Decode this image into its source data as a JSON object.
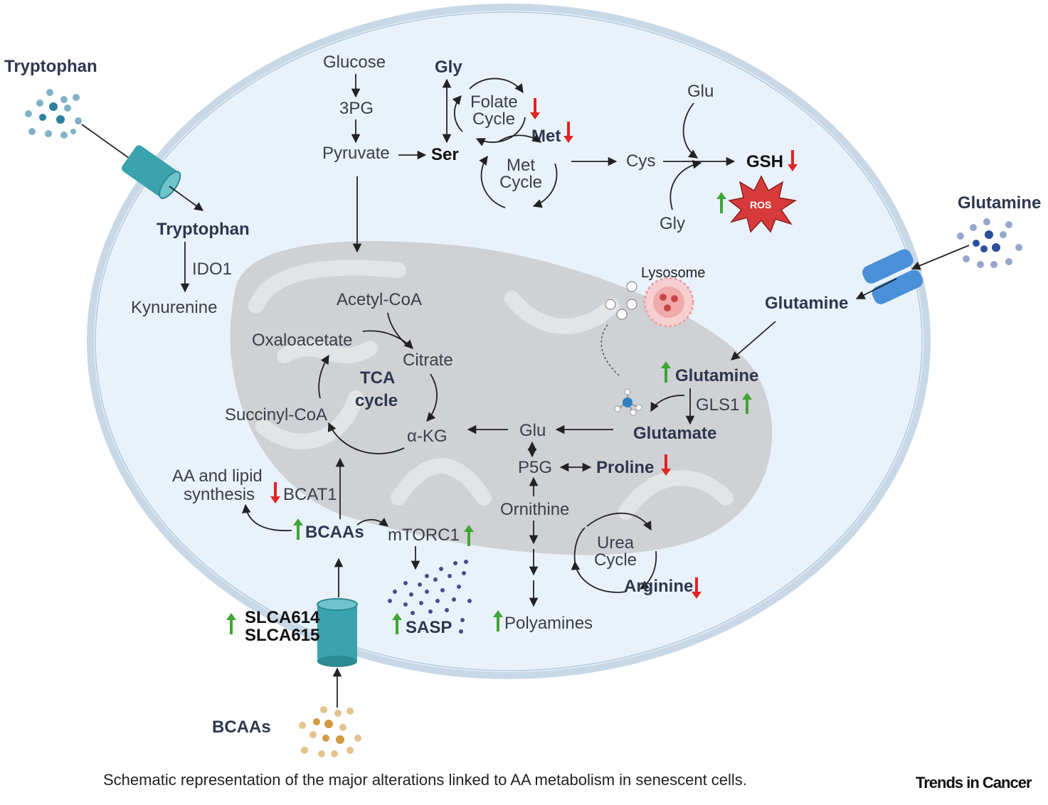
{
  "outside": {
    "tryptophan": "Tryptophan",
    "glutamine": "Glutamine",
    "bcaas": "BCAAs",
    "transporter_line1": "SLCA614",
    "transporter_line2": "SLCA615"
  },
  "cytoplasm": {
    "glucose": "Glucose",
    "pg3": "3PG",
    "pyruvate": "Pyruvate",
    "gly_top": "Gly",
    "ser": "Ser",
    "folate_cycle_1": "Folate",
    "folate_cycle_2": "Cycle",
    "met": "Met",
    "met_cycle_1": "Met",
    "met_cycle_2": "Cycle",
    "cys": "Cys",
    "glu_top": "Glu",
    "gly_bottom": "Gly",
    "gsh": "GSH",
    "ros": "ROS",
    "tryptophan_in": "Tryptophan",
    "ido1": "IDO1",
    "kynurenine": "Kynurenine",
    "glutamine_in": "Glutamine",
    "lysosome": "Lysosome",
    "aa_lipid_1": "AA and lipid",
    "aa_lipid_2": "synthesis",
    "bcat1": "BCAT1",
    "bcaas_in": "BCAAs",
    "mtorc1": "mTORC1",
    "sasp": "SASP",
    "polyamines": "Polyamines"
  },
  "mitochondrion": {
    "acetyl_coa": "Acetyl-CoA",
    "oxaloacetate": "Oxaloacetate",
    "citrate": "Citrate",
    "tca_1": "TCA",
    "tca_2": "cycle",
    "succinyl_coa": "Succinyl-CoA",
    "akg": "α-KG",
    "glutamine": "Glutamine",
    "gls1": "GLS1",
    "glutamate": "Glutamate",
    "glu": "Glu",
    "p5g": "P5G",
    "proline": "Proline",
    "ornithine": "Ornithine",
    "urea_1": "Urea",
    "urea_2": "Cycle",
    "arginine": "Arginine"
  },
  "caption": "Schematic representation of the major alterations linked to AA metabolism in senescent cells.",
  "journal": "Trends in Cancer",
  "colors": {
    "cell_fill": "#e9f2fb",
    "cell_border": "#c8d8e6",
    "mito": "#cfd1d4",
    "up_arrow": "#3fa535",
    "down_arrow": "#e02424",
    "ros": "#d63a3a",
    "teal": "#3aa3ad",
    "blue": "#4a90d9"
  },
  "icons": [
    "tryptophan-transporter-icon",
    "glutamine-transporter-icon",
    "bcaa-transporter-icon",
    "lysosome-icon",
    "ammonia-molecule-icon",
    "ros-burst-icon"
  ]
}
